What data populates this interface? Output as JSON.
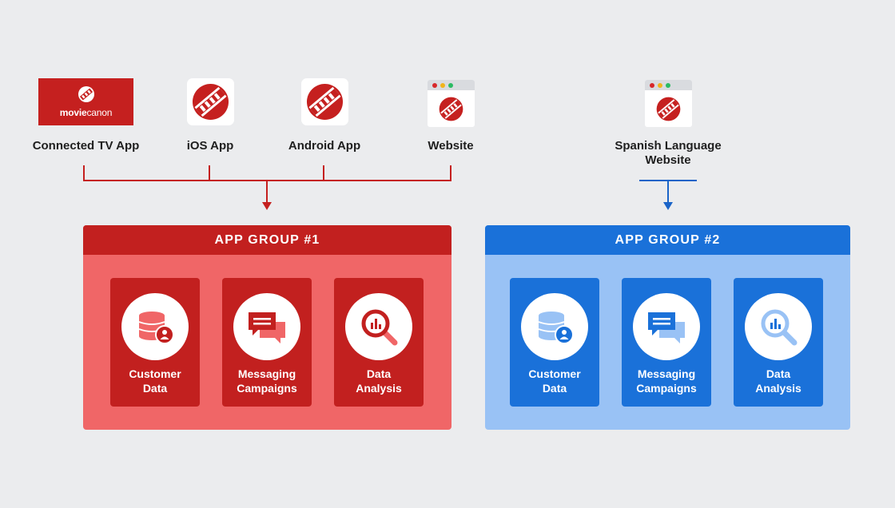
{
  "apps": {
    "tv": {
      "label": "Connected TV App",
      "logo_bold": "movie",
      "logo_light": "canon"
    },
    "ios": {
      "label": "iOS App"
    },
    "android": {
      "label": "Android App"
    },
    "website": {
      "label": "Website"
    },
    "spanish": {
      "label_line1": "Spanish Language",
      "label_line2": "Website"
    }
  },
  "groups": [
    {
      "title": "APP GROUP #1",
      "cards": [
        {
          "line1": "Customer",
          "line2": "Data"
        },
        {
          "line1": "Messaging",
          "line2": "Campaigns"
        },
        {
          "line1": "Data",
          "line2": "Analysis"
        }
      ]
    },
    {
      "title": "APP GROUP #2",
      "cards": [
        {
          "line1": "Customer",
          "line2": "Data"
        },
        {
          "line1": "Messaging",
          "line2": "Campaigns"
        },
        {
          "line1": "Data",
          "line2": "Analysis"
        }
      ]
    }
  ],
  "colors": {
    "background": "#ebecee",
    "brand_red": "#c5201f",
    "group1_head": "#c2201f",
    "group1_body": "#f06667",
    "group1_card": "#c2201f",
    "group2_head": "#1a71d9",
    "group2_body": "#99c2f5",
    "group2_card": "#1a71d9",
    "red_connector": "#c5201f",
    "blue_connector": "#1a64c8"
  },
  "icons": {
    "app_logo": "film-reel-icon",
    "customer_data": "database-user-icon",
    "messaging": "chat-bubbles-icon",
    "analysis": "magnifier-chart-icon"
  }
}
